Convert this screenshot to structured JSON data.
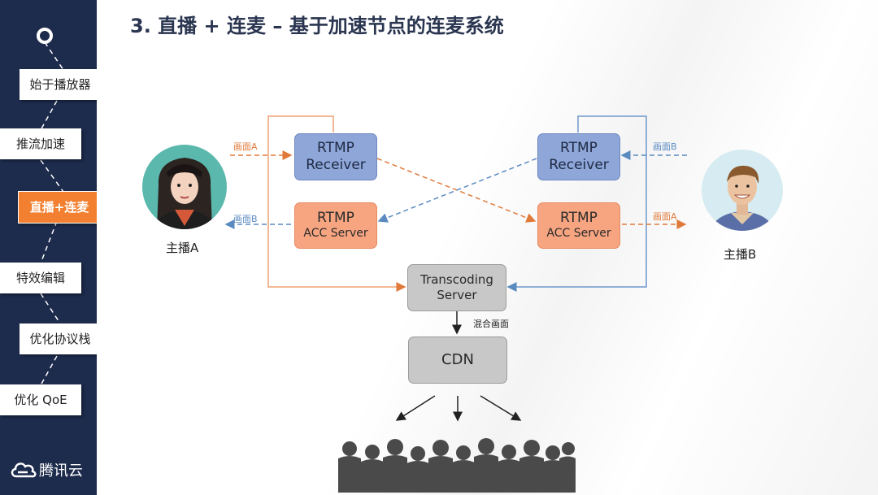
{
  "title": "3. 直播 + 连麦 – 基于加速节点的连麦系统",
  "sidebar": {
    "items": [
      {
        "label": "始于播放器",
        "active": false
      },
      {
        "label": "推流加速",
        "active": false
      },
      {
        "label": "直播+连麦",
        "active": true
      },
      {
        "label": "特效编辑",
        "active": false
      },
      {
        "label": "优化协议栈",
        "active": false
      },
      {
        "label": "优化 QoE",
        "active": false
      }
    ],
    "logo": "腾讯云"
  },
  "diagram": {
    "receiver_left": {
      "line1": "RTMP",
      "line2": "Receiver"
    },
    "receiver_right": {
      "line1": "RTMP",
      "line2": "Receiver"
    },
    "acc_left": {
      "line1": "RTMP",
      "line2": "ACC Server"
    },
    "acc_right": {
      "line1": "RTMP",
      "line2": "ACC Server"
    },
    "transcoding": {
      "line1": "Transcoding",
      "line2": "Server"
    },
    "cdn": "CDN",
    "mix_label": "混合画面",
    "stream_a_in": "画面A",
    "stream_b_out_left": "画面B",
    "stream_b_in": "画面B",
    "stream_a_out_right": "画面A",
    "host_a": "主播A",
    "host_b": "主播B"
  },
  "colors": {
    "sidebar_bg": "#1d2b4c",
    "active_nav": "#f28030",
    "receiver": "#8ea6d8",
    "acc_server": "#f7a581",
    "grey_box": "#c8c8c8",
    "stream_a": "#e07a3a",
    "stream_b": "#5a8ac0"
  }
}
